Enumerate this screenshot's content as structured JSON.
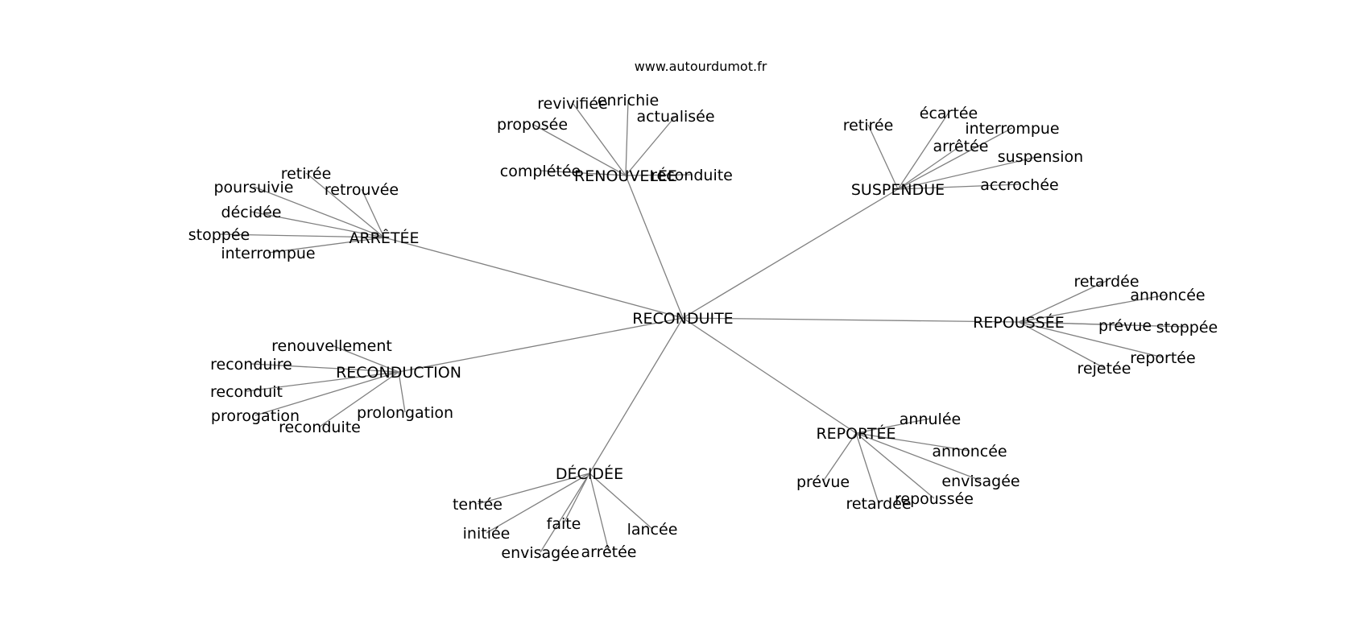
{
  "site": "www.autourdumot.fr",
  "center": "RECONDUITE",
  "groups": [
    {
      "hub": "RENOUVELÉE",
      "words": [
        "revivifiée",
        "enrichie",
        "actualisée",
        "proposée",
        "complétée",
        "reconduite"
      ]
    },
    {
      "hub": "SUSPENDUE",
      "words": [
        "retirée",
        "écartée",
        "interrompue",
        "arrêtée",
        "suspension",
        "accrochée"
      ]
    },
    {
      "hub": "ARRÊTÉE",
      "words": [
        "retirée",
        "poursuivie",
        "retrouvée",
        "décidée",
        "stoppée",
        "interrompue"
      ]
    },
    {
      "hub": "REPOUSSÉE",
      "words": [
        "retardée",
        "annoncée",
        "prévue",
        "stoppée",
        "reportée",
        "rejetée"
      ]
    },
    {
      "hub": "RECONDUCTION",
      "words": [
        "renouvellement",
        "reconduire",
        "reconduit",
        "prorogation",
        "reconduite",
        "prolongation"
      ]
    },
    {
      "hub": "REPORTÉE",
      "words": [
        "annulée",
        "annoncée",
        "envisagée",
        "prévue",
        "retardée",
        "repoussée"
      ]
    },
    {
      "hub": "DÉCIDÉE",
      "words": [
        "tentée",
        "initiée",
        "faite",
        "envisagée",
        "arrêtée",
        "lancée"
      ]
    }
  ]
}
